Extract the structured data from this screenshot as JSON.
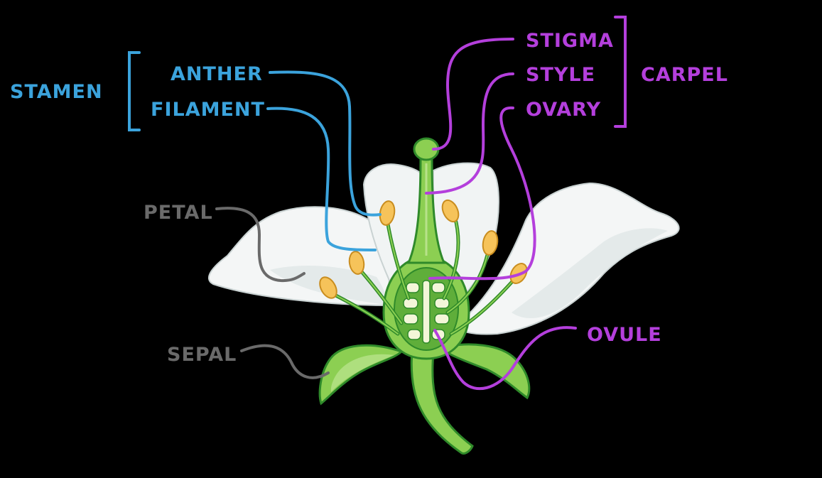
{
  "labels": {
    "stamen": "STAMEN",
    "anther": "ANTHER",
    "filament": "FILAMENT",
    "petal": "PETAL",
    "sepal": "SEPAL",
    "stigma": "STIGMA",
    "style": "STYLE",
    "ovary": "OVARY",
    "carpel": "CARPEL",
    "ovule": "OVULE"
  },
  "colors": {
    "background": "#000000",
    "stamen_group": "#3ba3dc",
    "carpel_group": "#b43fdc",
    "outer_parts": "#6a6a6a",
    "petal_fill": "#f4f6f6",
    "petal_shade": "#dde5e5",
    "plant_green": "#8ccf52",
    "plant_green_dark": "#2f8a2a",
    "anther_fill": "#f6c35a",
    "ovule_fill": "#f3f6d8"
  }
}
